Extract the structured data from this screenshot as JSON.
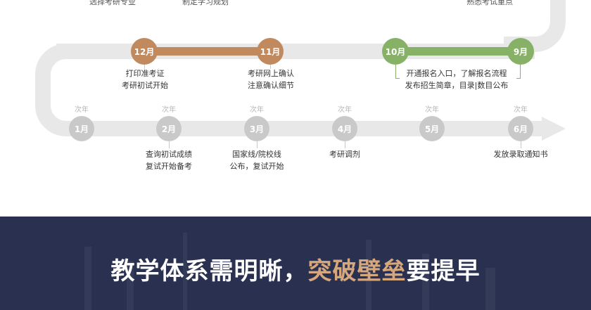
{
  "top_cut": {
    "left_a": "选择考研专业",
    "left_b": "制定学习规划",
    "right": "熟悉考试重点"
  },
  "row2": [
    {
      "month": "12月",
      "lines": [
        "打印准考证",
        "考研初试开始"
      ]
    },
    {
      "month": "11月",
      "lines": [
        "考研网上确认",
        "注意确认细节"
      ]
    },
    {
      "month": "10月",
      "lines": []
    },
    {
      "month": "9月",
      "lines": []
    }
  ],
  "row2_green_desc": [
    "开通报名入口，了解报名流程",
    "发布招生简章，目录|数目公布"
  ],
  "row3": [
    {
      "month": "1月",
      "tag": "次年",
      "lines": []
    },
    {
      "month": "2月",
      "tag": "次年",
      "lines": [
        "查询初试成绩",
        "复试开始备考"
      ]
    },
    {
      "month": "3月",
      "tag": "次年",
      "lines": [
        "国家线/院校线",
        "公布，复试开始"
      ]
    },
    {
      "month": "4月",
      "tag": "次年",
      "lines": [
        "考研调剂"
      ]
    },
    {
      "month": "5月",
      "tag": "次年",
      "lines": []
    },
    {
      "month": "6月",
      "tag": "次年",
      "lines": [
        "发放录取通知书"
      ]
    }
  ],
  "colors": {
    "brown": "#c08a5e",
    "green": "#86b166",
    "grey": "#c9c9c9",
    "banner_bg": "#2a3150",
    "highlight": "#d6a77c"
  },
  "banner": {
    "title_pre": "教学体系需明晰，",
    "title_hl": "突破壁垒",
    "title_post": "要提早"
  }
}
